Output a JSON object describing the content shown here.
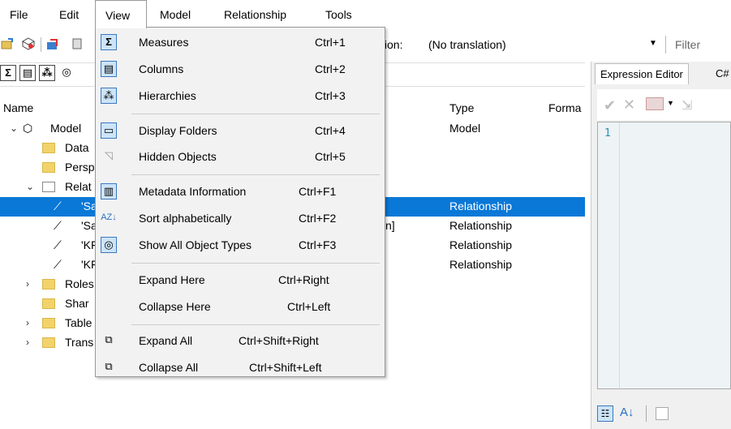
{
  "menubar": [
    "File",
    "Edit",
    "View",
    "Model",
    "Relationship",
    "Tools"
  ],
  "toolbar": {
    "translation_label": "tion:",
    "translation_value": "(No translation)",
    "filter_placeholder": "Filter"
  },
  "tree": {
    "headers": {
      "name": "Name",
      "type": "Type",
      "format": "Forma"
    },
    "rows": [
      {
        "text": "Model",
        "type": "Model"
      },
      {
        "text": "Data",
        "type": ""
      },
      {
        "text": "Persp",
        "type": ""
      },
      {
        "text": "Relat",
        "type": ""
      },
      {
        "text": "'Sa",
        "type": "Relationship"
      },
      {
        "text": "'Sa",
        "suffix": "n]",
        "type": "Relationship"
      },
      {
        "text": "'KF",
        "type": "Relationship"
      },
      {
        "text": "'KF",
        "type": "Relationship"
      },
      {
        "text": "Roles",
        "type": ""
      },
      {
        "text": "Shar",
        "type": ""
      },
      {
        "text": "Table",
        "type": ""
      },
      {
        "text": "Trans",
        "type": ""
      }
    ]
  },
  "right_panel": {
    "tab_active": "Expression Editor",
    "tab_other": "C#",
    "line_number": "1"
  },
  "view_menu": {
    "items": [
      {
        "label": "Measures",
        "shortcut": "Ctrl+1",
        "icon": "sigma-icon"
      },
      {
        "label": "Columns",
        "shortcut": "Ctrl+2",
        "icon": "columns-icon"
      },
      {
        "label": "Hierarchies",
        "shortcut": "Ctrl+3",
        "icon": "hierarchy-icon"
      },
      {
        "label": "Display Folders",
        "shortcut": "Ctrl+4",
        "icon": "folder-icon"
      },
      {
        "label": "Hidden Objects",
        "shortcut": "Ctrl+5",
        "icon": "hidden-icon"
      },
      {
        "label": "Metadata Information",
        "shortcut": "Ctrl+F1",
        "icon": "metadata-icon"
      },
      {
        "label": "Sort alphabetically",
        "shortcut": "Ctrl+F2",
        "icon": "sort-az-icon"
      },
      {
        "label": "Show All Object Types",
        "shortcut": "Ctrl+F3",
        "icon": "object-types-icon"
      },
      {
        "label": "Expand Here",
        "shortcut": "Ctrl+Right",
        "icon": ""
      },
      {
        "label": "Collapse Here",
        "shortcut": "Ctrl+Left",
        "icon": ""
      },
      {
        "label": "Expand All",
        "shortcut": "Ctrl+Shift+Right",
        "icon": "expand-all-icon"
      },
      {
        "label": "Collapse All",
        "shortcut": "Ctrl+Shift+Left",
        "icon": "collapse-all-icon"
      }
    ]
  }
}
